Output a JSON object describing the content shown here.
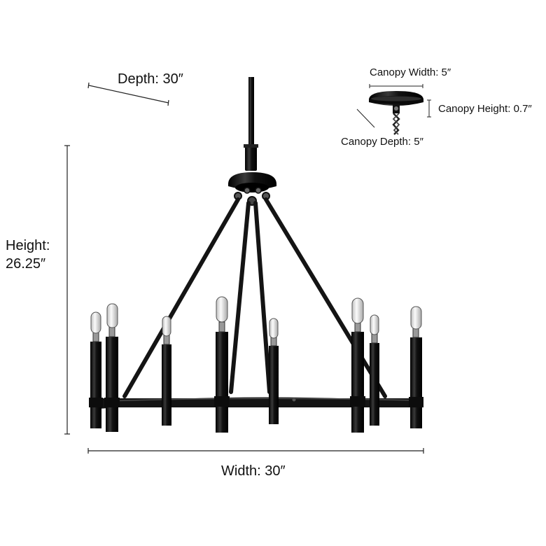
{
  "dimensions": {
    "depth": "Depth: 30″",
    "height_line1": "Height:",
    "height_line2": "26.25″",
    "width": "Width: 30″"
  },
  "canopy": {
    "width": "Canopy Width: 5″",
    "height": "Canopy Height: 0.7″",
    "depth": "Canopy Depth: 5″"
  },
  "colors": {
    "fixture": "#141414",
    "line": "#222222"
  },
  "icons": [
    "chandelier-illustration",
    "canopy-illustration",
    "dimension-line"
  ]
}
